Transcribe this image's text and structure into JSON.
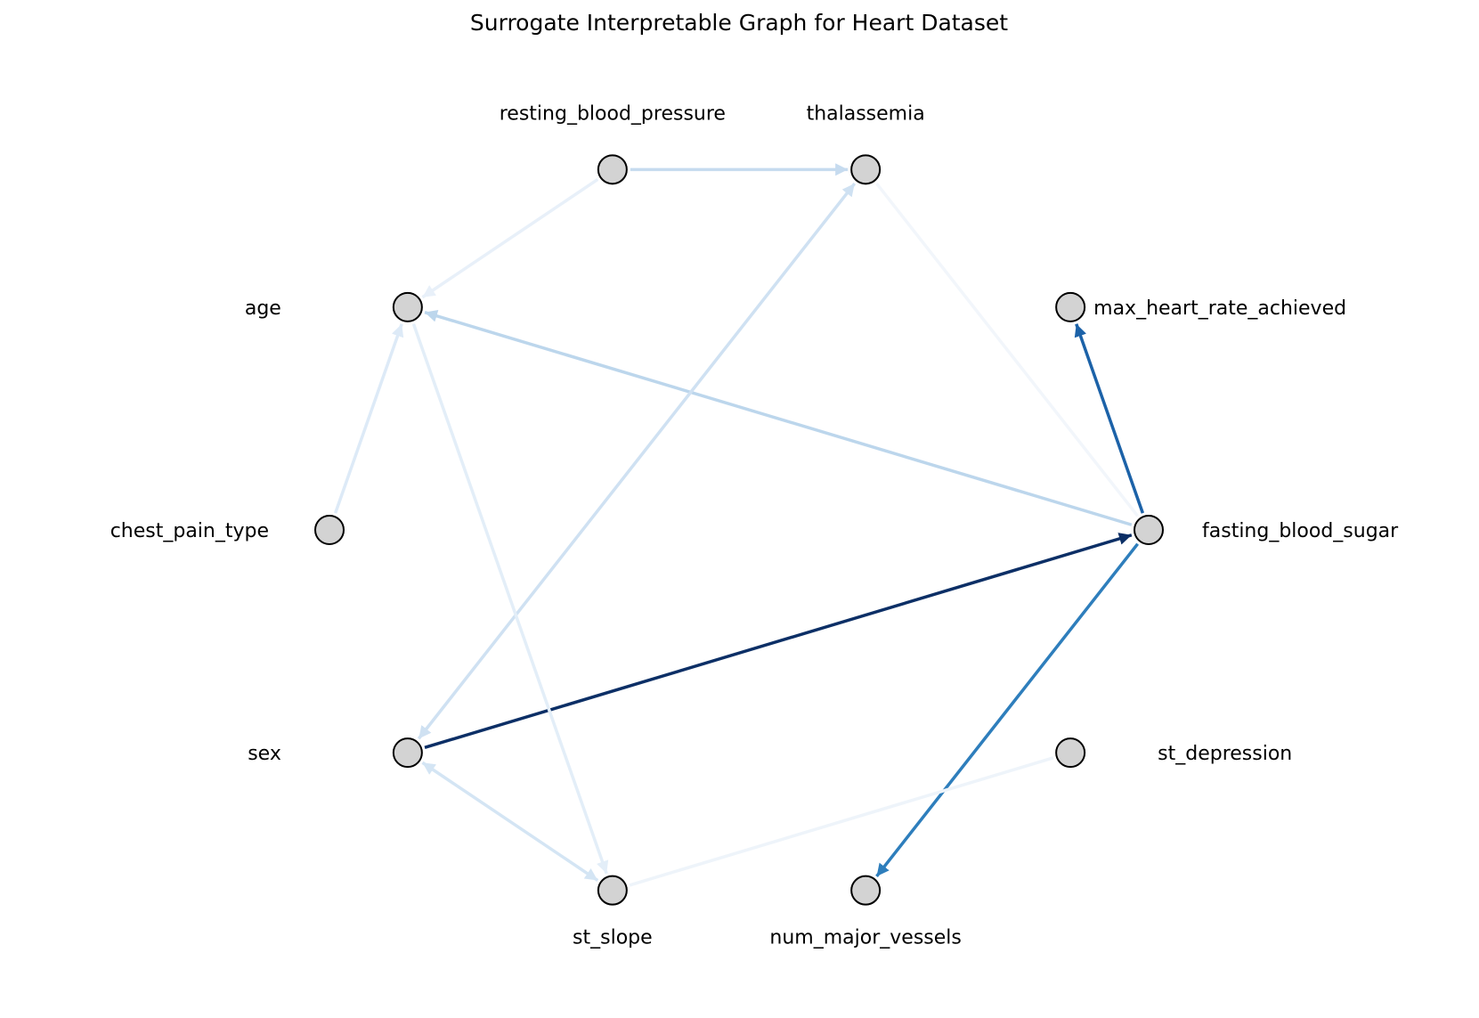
{
  "title": "Surrogate Interpretable Graph for Heart Dataset",
  "node_color": "#d3d3d3",
  "node_stroke": "#000000",
  "nodes": [
    {
      "id": "resting_blood_pressure",
      "label": "resting_blood_pressure"
    },
    {
      "id": "thalassemia",
      "label": "thalassemia"
    },
    {
      "id": "max_heart_rate_achieved",
      "label": "max_heart_rate_achieved"
    },
    {
      "id": "fasting_blood_sugar",
      "label": "fasting_blood_sugar"
    },
    {
      "id": "st_depression",
      "label": "st_depression"
    },
    {
      "id": "num_major_vessels",
      "label": "num_major_vessels"
    },
    {
      "id": "st_slope",
      "label": "st_slope"
    },
    {
      "id": "sex",
      "label": "sex"
    },
    {
      "id": "chest_pain_type",
      "label": "chest_pain_type"
    },
    {
      "id": "age",
      "label": "age"
    }
  ],
  "edges": [
    {
      "from": "resting_blood_pressure",
      "to": "thalassemia",
      "color": "#c6dbef"
    },
    {
      "from": "resting_blood_pressure",
      "to": "age",
      "color": "#e8f0f9"
    },
    {
      "from": "thalassemia",
      "to": "fasting_blood_sugar",
      "color": "#f2f6fb",
      "arrow": false
    },
    {
      "from": "fasting_blood_sugar",
      "to": "max_heart_rate_achieved",
      "color": "#1c62a8"
    },
    {
      "from": "fasting_blood_sugar",
      "to": "age",
      "color": "#bcd6ec"
    },
    {
      "from": "fasting_blood_sugar",
      "to": "num_major_vessels",
      "color": "#2e7ebc"
    },
    {
      "from": "sex",
      "to": "fasting_blood_sugar",
      "color": "#0c2f66"
    },
    {
      "from": "sex",
      "to": "thalassemia",
      "color": "#cfe1f2",
      "two_way": true
    },
    {
      "from": "sex",
      "to": "st_slope",
      "color": "#d4e5f4",
      "two_way": true
    },
    {
      "from": "age",
      "to": "st_slope",
      "color": "#e3eef8"
    },
    {
      "from": "chest_pain_type",
      "to": "age",
      "color": "#ddeaf7"
    },
    {
      "from": "st_depression",
      "to": "st_slope",
      "color": "#eef4fa",
      "arrow": false
    }
  ]
}
